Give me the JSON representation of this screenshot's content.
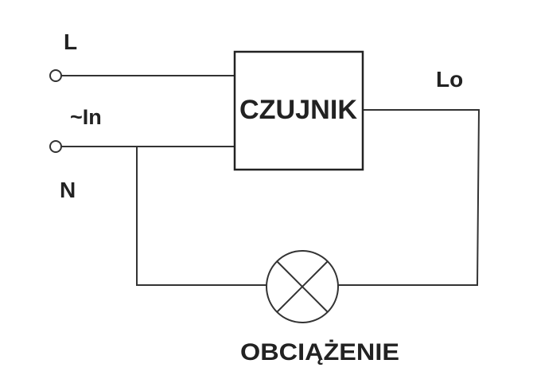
{
  "labels": {
    "line": "L",
    "input": "~In",
    "neutral": "N",
    "output": "Lo",
    "sensor": "CZUJNIK",
    "load": "OBCIĄŻENIE"
  }
}
